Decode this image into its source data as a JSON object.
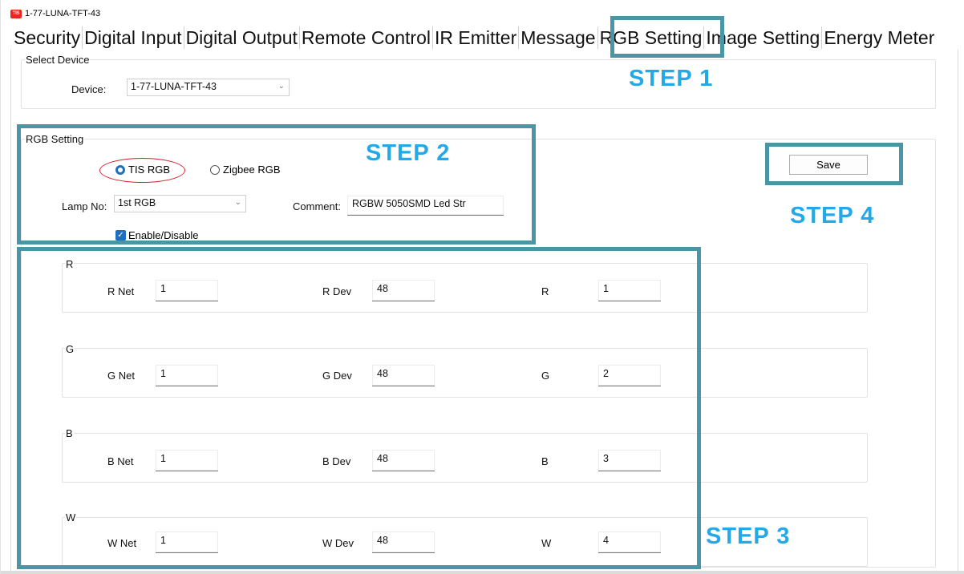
{
  "window": {
    "title": "1-77-LUNA-TFT-43",
    "icon_text": "TIS"
  },
  "tabs": [
    {
      "label": "Security"
    },
    {
      "label": "Digital Input"
    },
    {
      "label": "Digital Output"
    },
    {
      "label": "Remote Control"
    },
    {
      "label": "IR Emitter"
    },
    {
      "label": "Message"
    },
    {
      "label": "RGB Setting"
    },
    {
      "label": "Image Setting"
    },
    {
      "label": "Energy Meter"
    }
  ],
  "active_tab": "RGB Setting",
  "select_device": {
    "group_label": "Select Device",
    "device_label": "Device:",
    "device_value": "1-77-LUNA-TFT-43"
  },
  "rgb_setting": {
    "group_label": "RGB Setting",
    "radio_tis": "TIS RGB",
    "radio_zigbee": "Zigbee RGB",
    "selected_radio": "TIS RGB",
    "lamp_label": "Lamp No:",
    "lamp_value": "1st RGB",
    "comment_label": "Comment:",
    "comment_value": "RGBW 5050SMD Led Str",
    "enable_label": "Enable/Disable",
    "enable_checked": true
  },
  "save_button": "Save",
  "channels": [
    {
      "group": "R",
      "net_label": "R Net",
      "net_value": "1",
      "dev_label": "R Dev",
      "dev_value": "48",
      "ch_label": "R",
      "ch_value": "1"
    },
    {
      "group": "G",
      "net_label": "G Net",
      "net_value": "1",
      "dev_label": "G Dev",
      "dev_value": "48",
      "ch_label": "G",
      "ch_value": "2"
    },
    {
      "group": "B",
      "net_label": "B Net",
      "net_value": "1",
      "dev_label": "B Dev",
      "dev_value": "48",
      "ch_label": "B",
      "ch_value": "3"
    },
    {
      "group": "W",
      "net_label": "W Net",
      "net_value": "1",
      "dev_label": "W Dev",
      "dev_value": "48",
      "ch_label": "W",
      "ch_value": "4"
    }
  ],
  "annotations": {
    "step1": "STEP 1",
    "step2": "STEP 2",
    "step3": "STEP 3",
    "step4": "STEP 4",
    "highlight_color": "#4a95a6",
    "step_text_color": "#23a9e8",
    "oval_color": "#d4212b"
  }
}
